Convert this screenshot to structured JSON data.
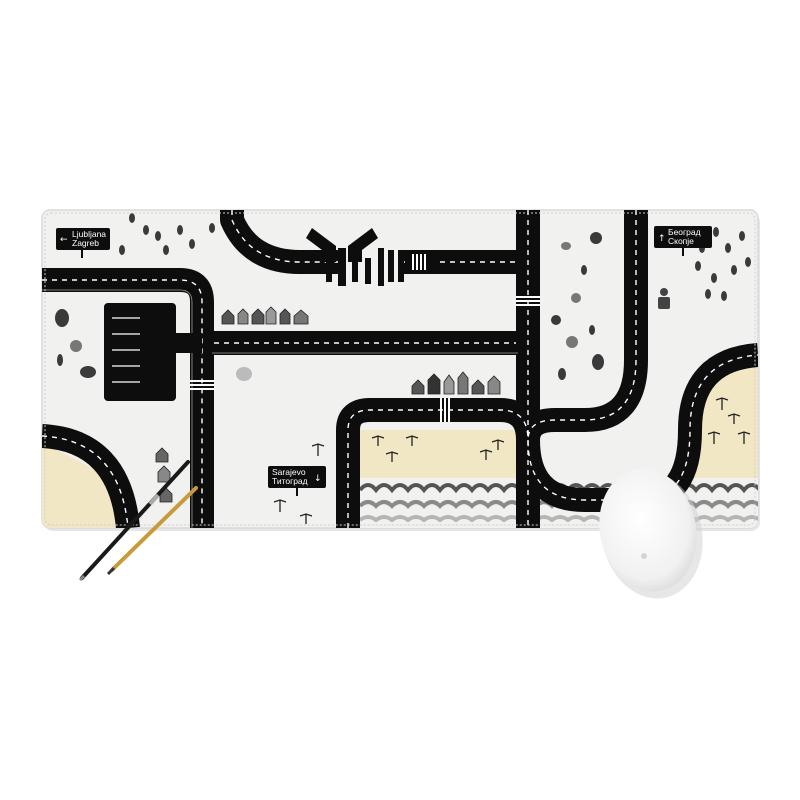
{
  "scene": {
    "subject": "desk-mat",
    "colors": {
      "background": "#ffffff",
      "mat": "#f1f1f0",
      "road": "#0d0d0d",
      "road_marking": "#ffffff",
      "sand": "#f1e7c4",
      "waves": "#6f6f6f",
      "trees": "#3a3a3a",
      "mouse": "#f5f5f5"
    },
    "signs": {
      "northwest": {
        "arrow": "←",
        "line1": "Ljubljana",
        "line2": "Zagreb"
      },
      "northeast": {
        "arrow": "↑",
        "line1": "Београд",
        "line2": "Скопје"
      },
      "south": {
        "arrow": "↓",
        "line1": "Sarajevo",
        "line2": "Титоград"
      }
    }
  }
}
